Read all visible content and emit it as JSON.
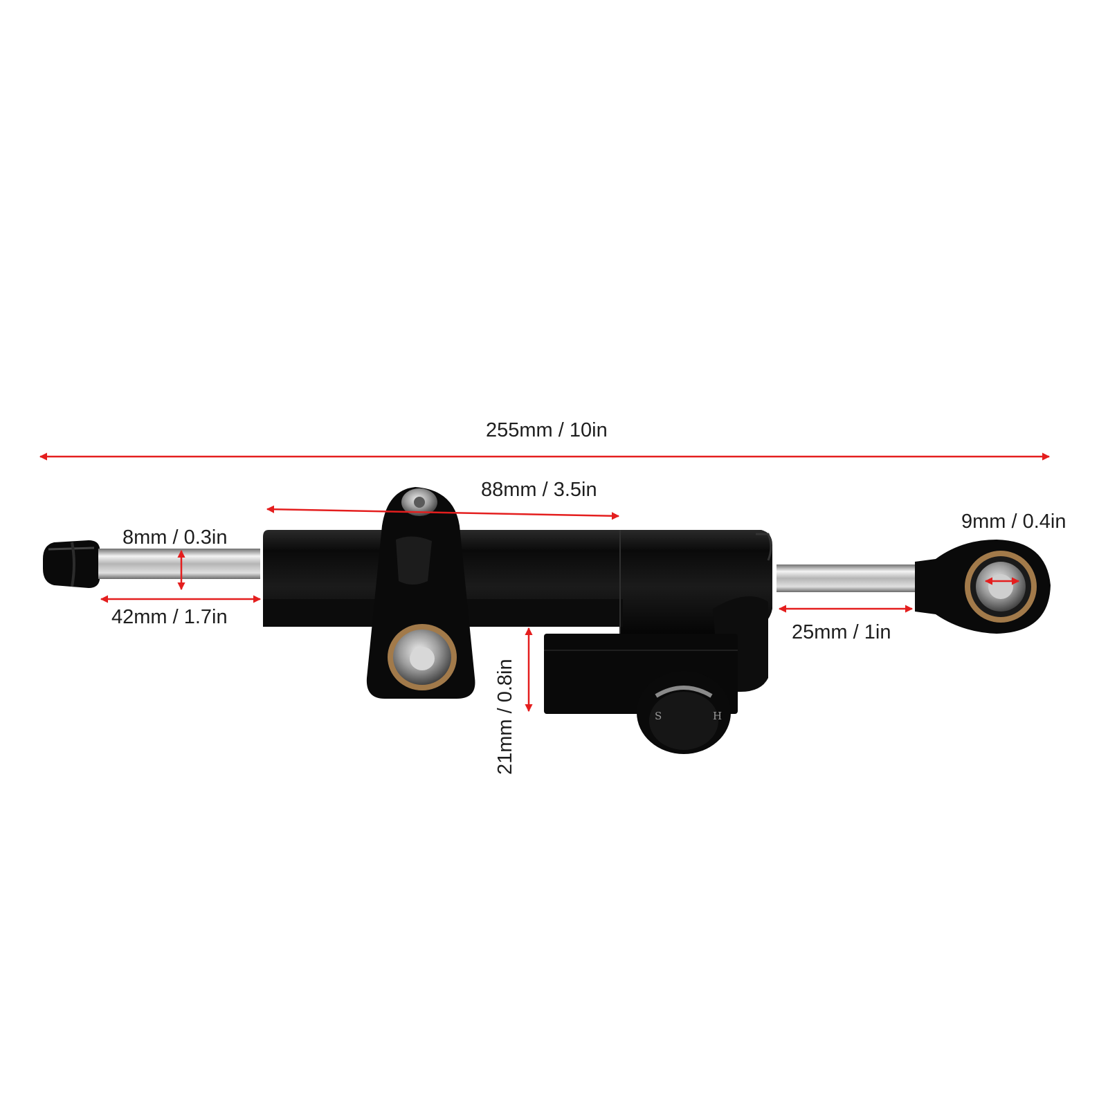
{
  "dimensions": {
    "total_length": "255mm / 10in",
    "body_length": "88mm / 3.5in",
    "rod_diameter": "8mm / 0.3in",
    "rod_length": "42mm / 1.7in",
    "bracket_height": "21mm / 0.8in",
    "stroke": "25mm / 1in",
    "eye_diameter": "9mm / 0.4in"
  },
  "knob": {
    "left_mark": "S",
    "right_mark": "H"
  },
  "colors": {
    "arrow": "#e41e1e",
    "body": "#0b0b0b",
    "chrome": "#c8c8c8",
    "bushing": "#a27a4a",
    "label": "#1e1e1e"
  }
}
